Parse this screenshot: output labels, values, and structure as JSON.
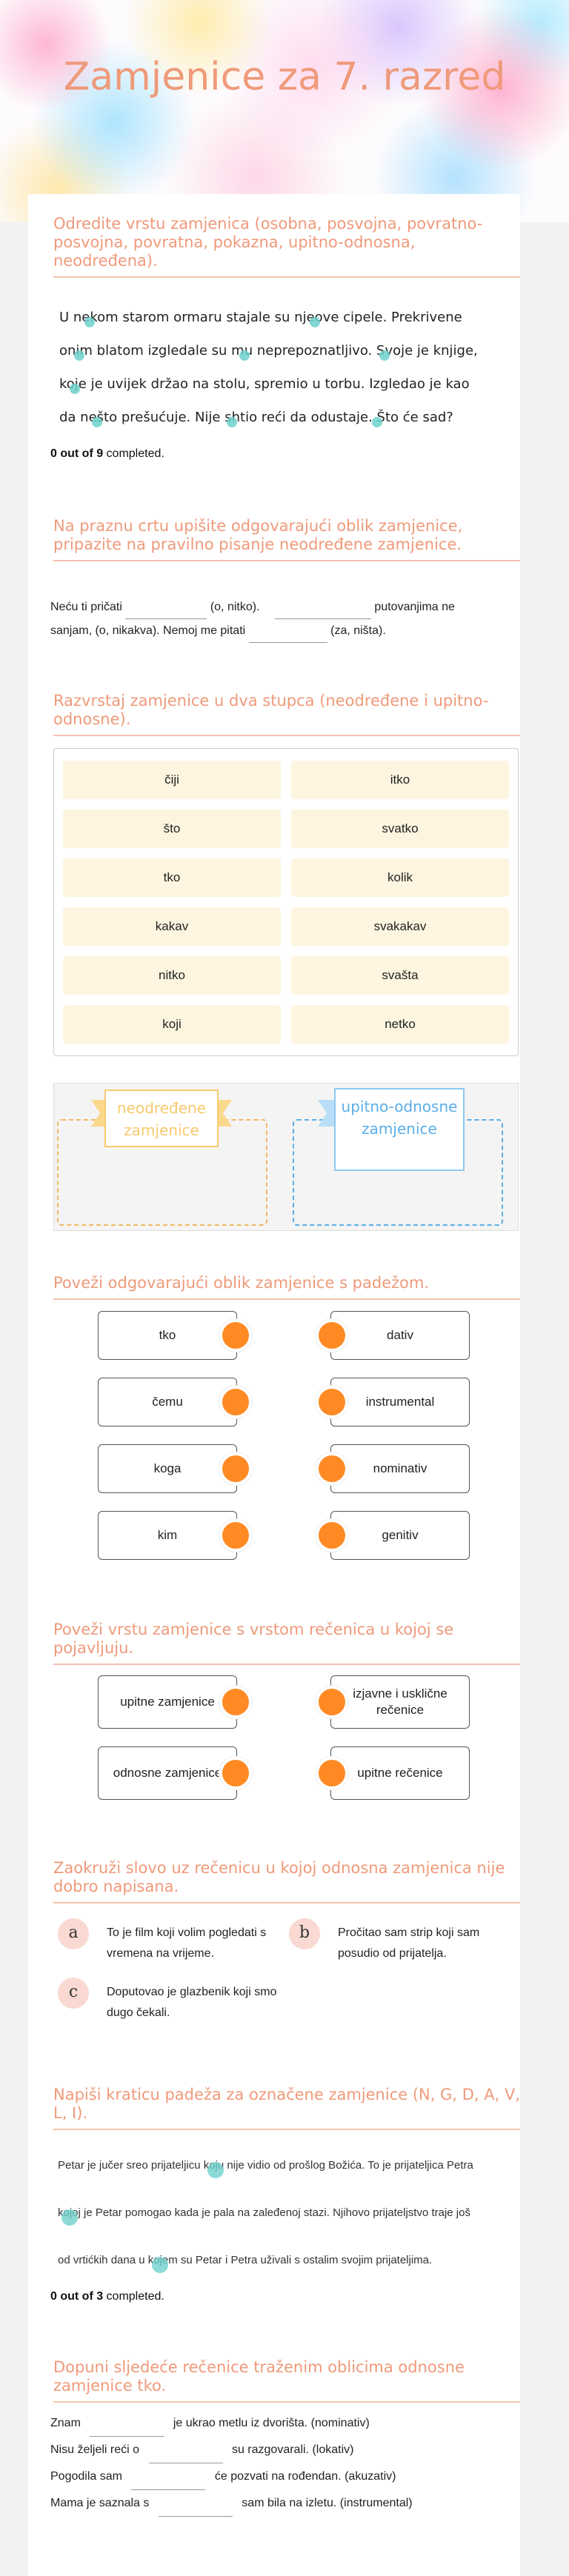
{
  "page": {
    "title": "Zamjenice za 7. razred"
  },
  "sections": {
    "s1": {
      "heading": "Odredite vrstu zamjenica (osobna, posvojna, povratno-posvojna, povratna, pokazna, upitno-odnosna, neodređena).",
      "lines": [
        [
          "U ne",
          "kom starom ormaru stajale su nje",
          "ove cipele. Prekrivene"
        ],
        [
          "oni",
          "m blatom izgledale su m",
          "u neprepoznatljivo. S",
          "voje je knjige,"
        ],
        [
          "ko",
          "je je uvijek držao na stolu, spremio u torbu. Izgledao je kao"
        ],
        [
          "da ne",
          "što prešućuje. Nije s",
          "htio reći da odustaje. ",
          "Što će sad?"
        ]
      ],
      "progress_count": "0 out of 9",
      "progress_suffix": " completed."
    },
    "s2": {
      "heading": "Na praznu crtu upišite odgovarajući oblik zamjenice, pripazite na pravilno pisanje neodređene zamjenice.",
      "part1": "Neću ti pričati",
      "part2": "(o, nitko).",
      "part3": "putovanjima ne",
      "part4": "sanjam, (o, nikakva). Nemoj me pitati",
      "part5": "(za, ništa)."
    },
    "s3": {
      "heading": "Razvrstaj zamjenice u dva stupca (neodređene i upitno-odnosne).",
      "chips_left": [
        "čiji",
        "što",
        "tko",
        "kakav",
        "nitko",
        "koji"
      ],
      "chips_right": [
        "itko",
        "svatko",
        "kolik",
        "svakakav",
        "svašta",
        "netko"
      ],
      "bucket_left": "neodređene zamjenice",
      "bucket_right": "upitno-odnosne zamjenice",
      "colors": {
        "chip_bg": "#fdf5df",
        "left": "#f7c96e",
        "right": "#8ec9f2"
      }
    },
    "s4": {
      "heading": "Poveži odgovarajući oblik zamjenice s padežom.",
      "left": [
        "tko",
        "čemu",
        "koga",
        "kim"
      ],
      "right": [
        "dativ",
        "instrumental",
        "nominativ",
        "genitiv"
      ],
      "knob_color": "#ff8a24"
    },
    "s5": {
      "heading": "Poveži vrstu zamjenice s vrstom rečenica u kojoj se pojavljuju.",
      "left": [
        "upitne zamjenice",
        "odnosne zamjenice"
      ],
      "right": [
        "izjavne i uskličnе rečenice",
        "upitne rečenice"
      ]
    },
    "s6": {
      "heading": "Zaokruži slovo uz rečenicu u kojoj odnosna zamjenica nije dobro napisana.",
      "options": [
        {
          "letter": "a",
          "text": "To je film koji volim pogledati s vremena na vrijeme."
        },
        {
          "letter": "b",
          "text": "Pročitao sam strip koji sam posudio od prijatelja."
        },
        {
          "letter": "c",
          "text": "Doputovao je glazbenik koji smo dugo čekali."
        }
      ]
    },
    "s7": {
      "heading": "Napiši kraticu padeža za označene zamjenice (N, G, D, A, V, L, I).",
      "lines": [
        [
          "Petar je jučer sreo prijateljicu ko",
          "ju nije vidio od prošlog Božića. To je prijateljica Petra"
        ],
        [
          "ko",
          "joj je Petar pomogao kada je pala na zaleđenoj stazi. Njihovo prijateljstvo traje još"
        ],
        [
          "od vrtićkih dana u ko",
          "jem su Petar i Petra uživali s ostalim svojim prijateljima."
        ]
      ],
      "progress_count": "0 out of 3",
      "progress_suffix": " completed."
    },
    "s8": {
      "heading": "Dopuni sljedeće rečenice traženim oblicima odnosne zamjenice tko.",
      "rows": [
        [
          "Znam",
          "je ukrao metlu iz dvorišta. (nominativ)"
        ],
        [
          "Nisu željeli reći o",
          "su razgovarali. (lokativ)"
        ],
        [
          "Pogodila sam",
          "će pozvati na rođendan. (akuzativ)"
        ],
        [
          "Mama je saznala s",
          "sam bila na izletu. (instrumental)"
        ]
      ]
    }
  }
}
